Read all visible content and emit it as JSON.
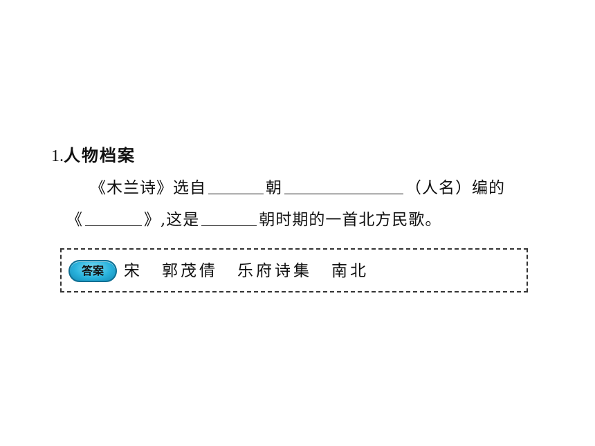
{
  "question": {
    "number": "1.",
    "heading": "人物档案",
    "line1": {
      "part1": "《木兰诗》选自",
      "part2": "朝",
      "part3": "（人名）编的"
    },
    "line2": {
      "part1": "《",
      "part2": "》,这是",
      "part3": "朝时期的一首北方民歌。"
    }
  },
  "answer": {
    "badge_label": "答案",
    "items": [
      "宋",
      "郭茂倩",
      "乐府诗集",
      "南北"
    ],
    "badge_color": "#2ab3dd"
  }
}
